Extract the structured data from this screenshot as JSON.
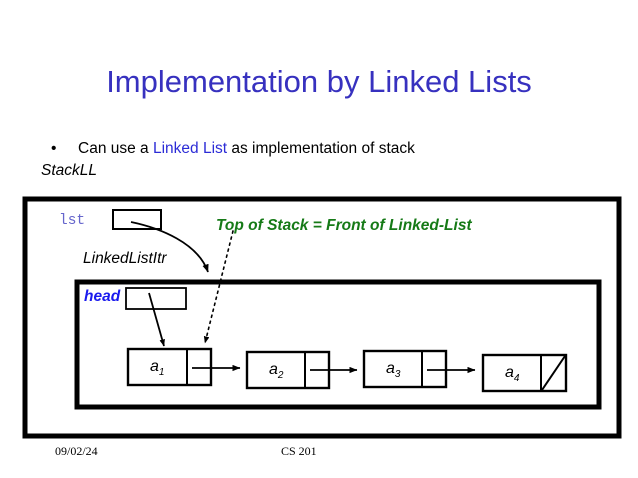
{
  "slide": {
    "title": "Implementation by Linked Lists",
    "title_color": "#3731bf"
  },
  "body": {
    "bullet_marker": "•",
    "bullet_prefix": "Can use a ",
    "bullet_link_term": "Linked List",
    "bullet_link_color": "#2b2bd6",
    "bullet_suffix": " as implementation of stack",
    "class_name": "StackLL"
  },
  "diagram": {
    "outer_label": "lst",
    "outer_label_color": "#6666cc",
    "iterator_type": "LinkedListItr",
    "annotation": "Top of Stack  = Front of Linked-List",
    "annotation_color": "#167a17",
    "head_label": "head",
    "head_label_color": "#1a1aee",
    "nodes": [
      {
        "value": "a",
        "index": "1",
        "has_next": true
      },
      {
        "value": "a",
        "index": "2",
        "has_next": true
      },
      {
        "value": "a",
        "index": "3",
        "has_next": true
      },
      {
        "value": "a",
        "index": "4",
        "has_next": false
      }
    ]
  },
  "footer": {
    "date": "09/02/24",
    "course": "CS 201"
  }
}
